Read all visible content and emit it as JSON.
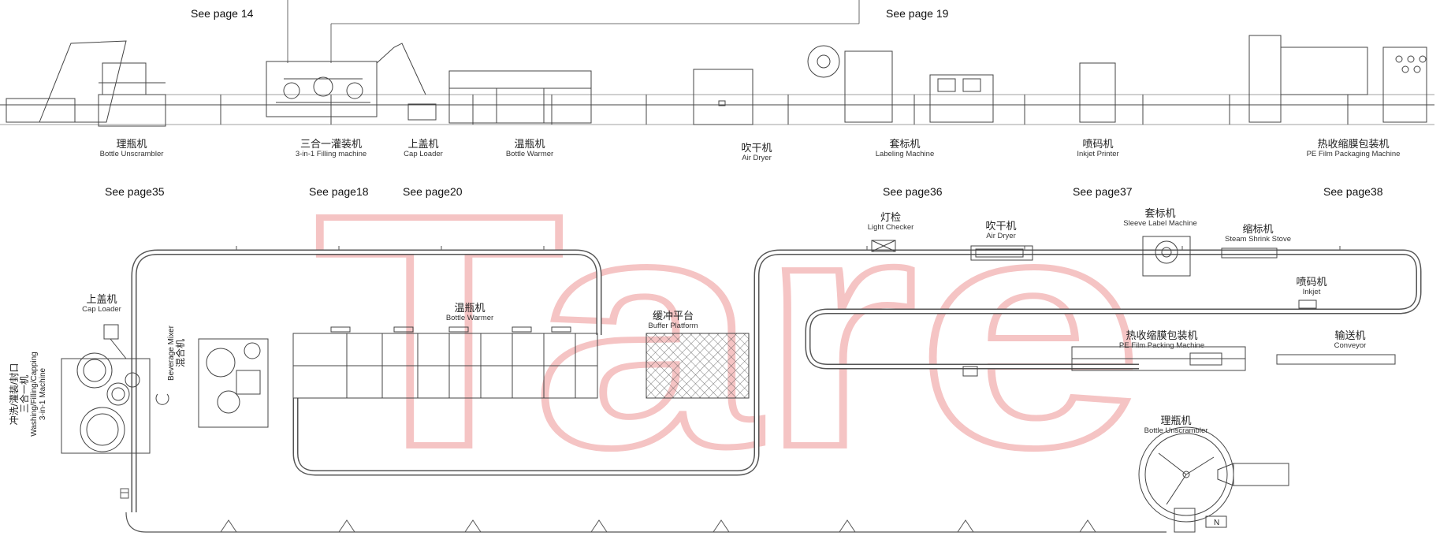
{
  "watermark": {
    "text": "Tare",
    "color": "#f4b8b8"
  },
  "top_row": {
    "see_pages": {
      "p14": "See page 14",
      "p19": "See page 19",
      "p35": "See page35",
      "p18": "See page18",
      "p20": "See page20",
      "p36": "See page36",
      "p37": "See page37",
      "p38": "See page38"
    },
    "machines": [
      {
        "zh": "理瓶机",
        "en": "Bottle Unscrambler"
      },
      {
        "zh": "三合一灌装机",
        "en": "3-in-1 Filling machine"
      },
      {
        "zh": "上盖机",
        "en": "Cap Loader"
      },
      {
        "zh": "温瓶机",
        "en": "Bottle Warmer"
      },
      {
        "zh": "吹干机",
        "en": "Air Dryer"
      },
      {
        "zh": "套标机",
        "en": "Labeling Machine"
      },
      {
        "zh": "喷码机",
        "en": "Inkjet Printer"
      },
      {
        "zh": "热收缩膜包装机",
        "en": "PE Film Packaging Machine"
      }
    ]
  },
  "layout": {
    "cap_loader": {
      "zh": "上盖机",
      "en": "Cap Loader"
    },
    "washing": {
      "zh": "冲洗/灌装/封口\n三合一机",
      "zh1": "冲洗/灌装/封口",
      "zh2": "三合一机",
      "en1": "Washing/Filling/Capping",
      "en2": "3-in-1 Machine"
    },
    "mixer": {
      "en": "Beverage Mixer",
      "zh": "混合机"
    },
    "warmer": {
      "zh": "温瓶机",
      "en": "Bottle Warmer"
    },
    "buffer": {
      "zh": "缓冲平台",
      "en": "Buffer Platform"
    },
    "light_checker": {
      "zh": "灯检",
      "en": "Light Checker"
    },
    "air_dryer": {
      "zh": "吹干机",
      "en": "Air Dryer"
    },
    "sleeve": {
      "zh": "套标机",
      "en": "Sleeve Label Machine"
    },
    "shrink_stove": {
      "zh": "缩标机",
      "en": "Steam Shrink Stove"
    },
    "inkjet": {
      "zh": "喷码机",
      "en": "Inkjet"
    },
    "pe_film": {
      "zh": "热收缩膜包装机",
      "en": "PE Film Packing Machine"
    },
    "conveyor": {
      "zh": "输送机",
      "en": "Conveyor"
    },
    "unscrambler": {
      "zh": "理瓶机",
      "en": "Bottle Unscrambler"
    },
    "n_mark": "N"
  }
}
